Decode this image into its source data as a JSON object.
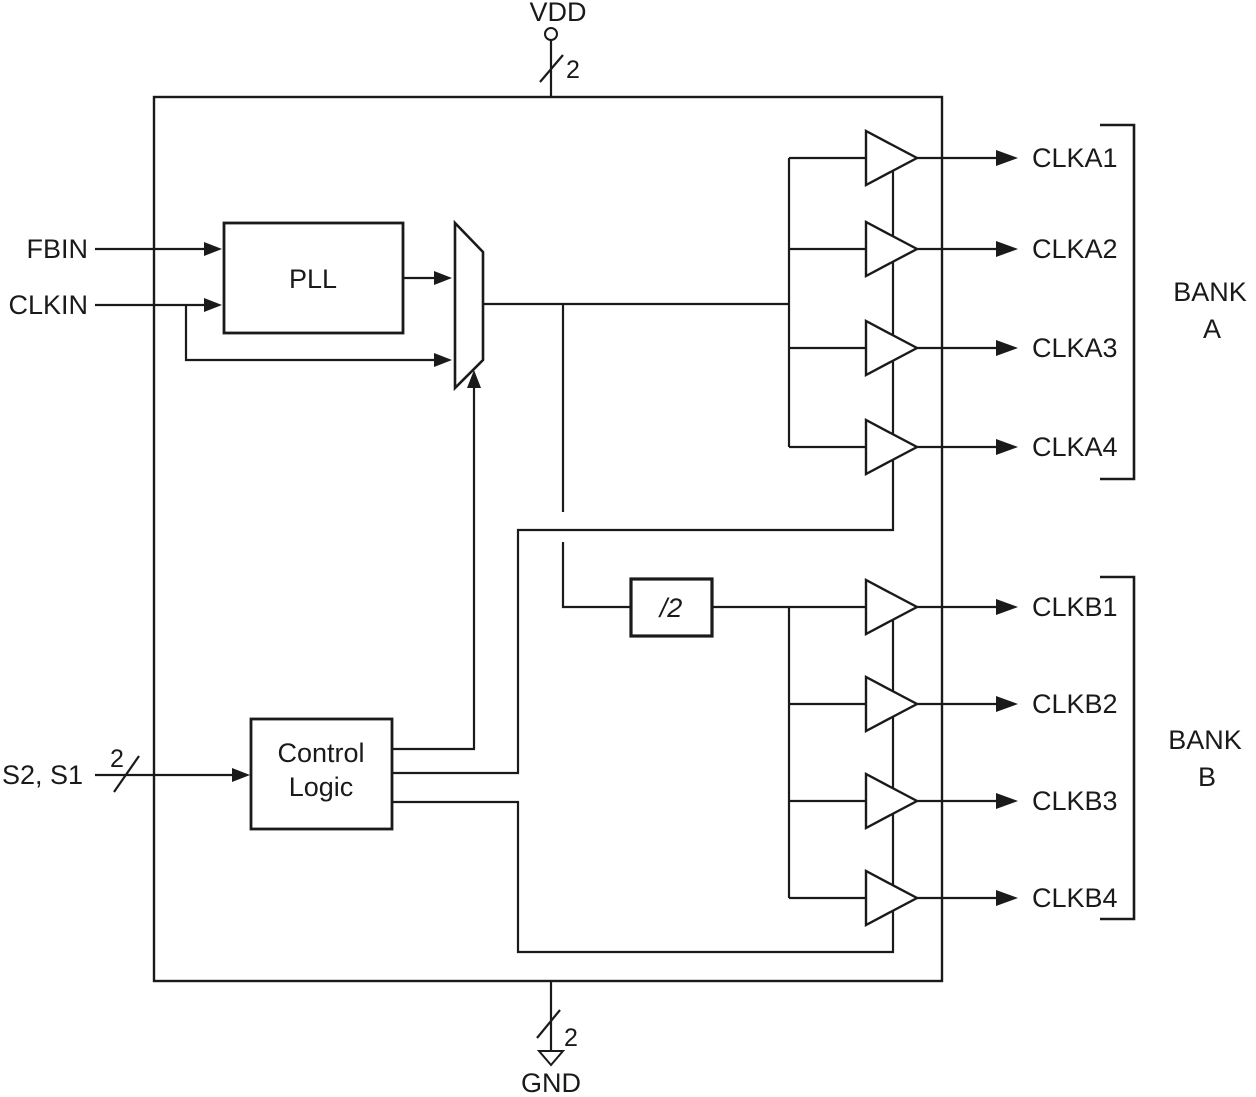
{
  "diagram": {
    "power": {
      "vdd_label": "VDD",
      "vdd_bus_width": "2",
      "gnd_label": "GND",
      "gnd_bus_width": "2"
    },
    "inputs": {
      "fbin_label": "FBIN",
      "clkin_label": "CLKIN",
      "select_label": "S2, S1",
      "select_bus_width": "2"
    },
    "blocks": {
      "pll_label": "PLL",
      "control_label_line1": "Control",
      "control_label_line2": "Logic",
      "divider_label": "/2"
    },
    "bank_a": {
      "name_line1": "BANK",
      "name_line2": "A",
      "pins": [
        "CLKA1",
        "CLKA2",
        "CLKA3",
        "CLKA4"
      ]
    },
    "bank_b": {
      "name_line1": "BANK",
      "name_line2": "B",
      "pins": [
        "CLKB1",
        "CLKB2",
        "CLKB3",
        "CLKB4"
      ]
    },
    "colors": {
      "line": "#1a1a1a",
      "background": "#ffffff"
    }
  }
}
